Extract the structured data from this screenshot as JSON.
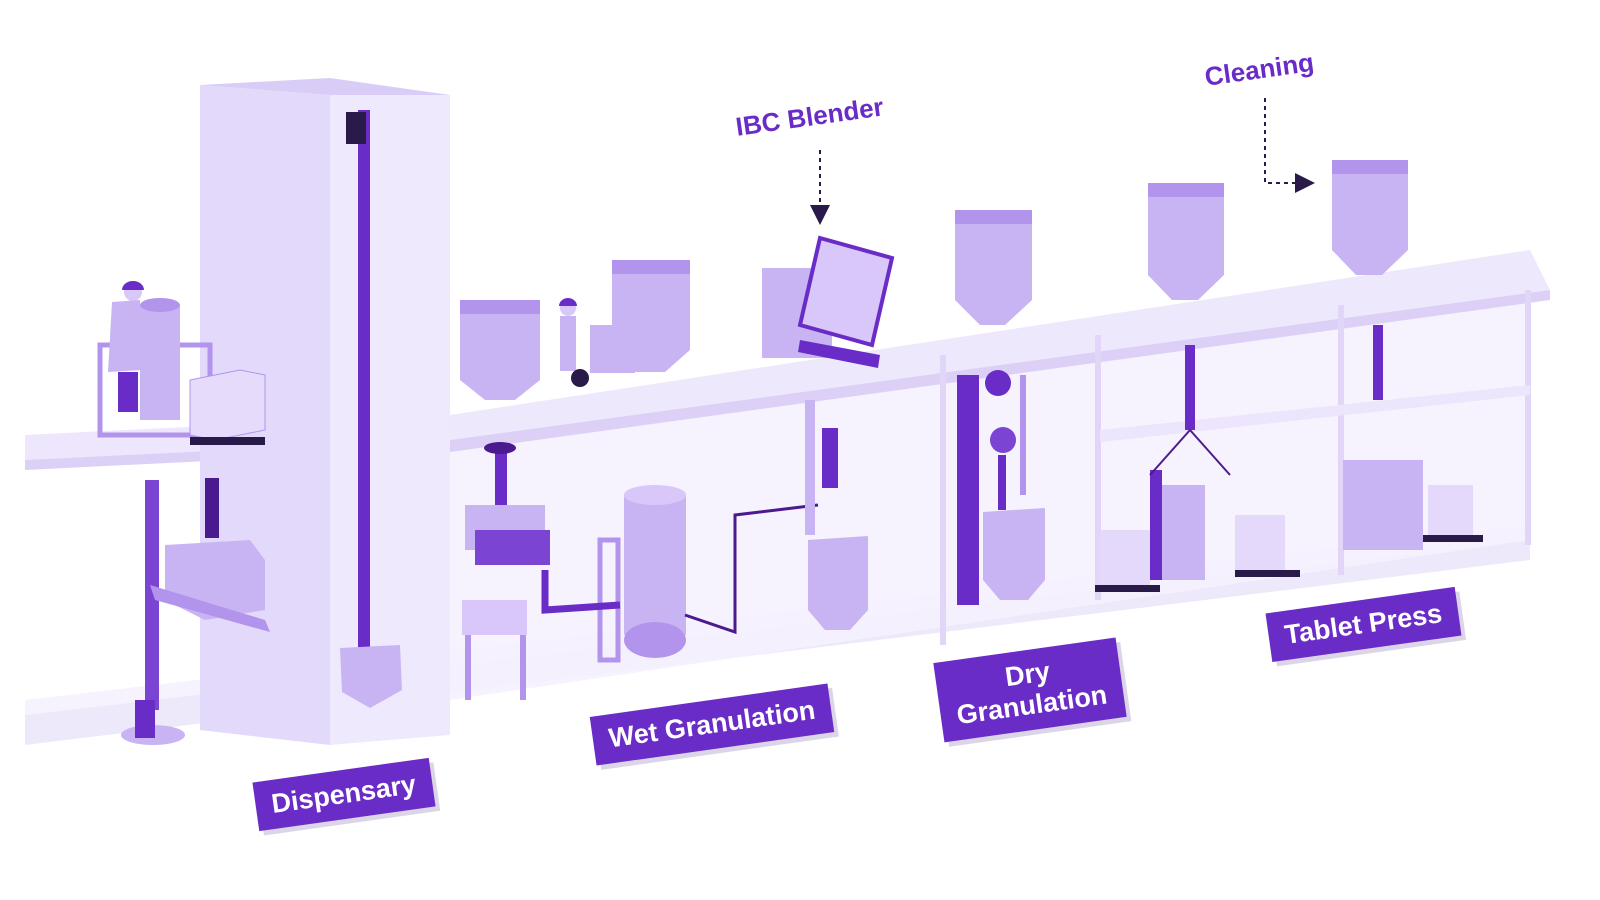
{
  "labels": {
    "dispensary": "Dispensary",
    "wet_granulation": "Wet Granulation",
    "dry_granulation_line1": "Dry",
    "dry_granulation_line2": "Granulation",
    "tablet_press": "Tablet Press"
  },
  "callouts": {
    "ibc_blender": "IBC Blender",
    "cleaning": "Cleaning"
  },
  "colors": {
    "accent": "#6a2cc7",
    "dark": "#4b1a8e",
    "equipment": "#c9b4f3",
    "equipment_shade": "#b294ec",
    "floor": "#f2edfc",
    "wall": "#e9e1fb",
    "arrow": "#2a1a4a"
  }
}
